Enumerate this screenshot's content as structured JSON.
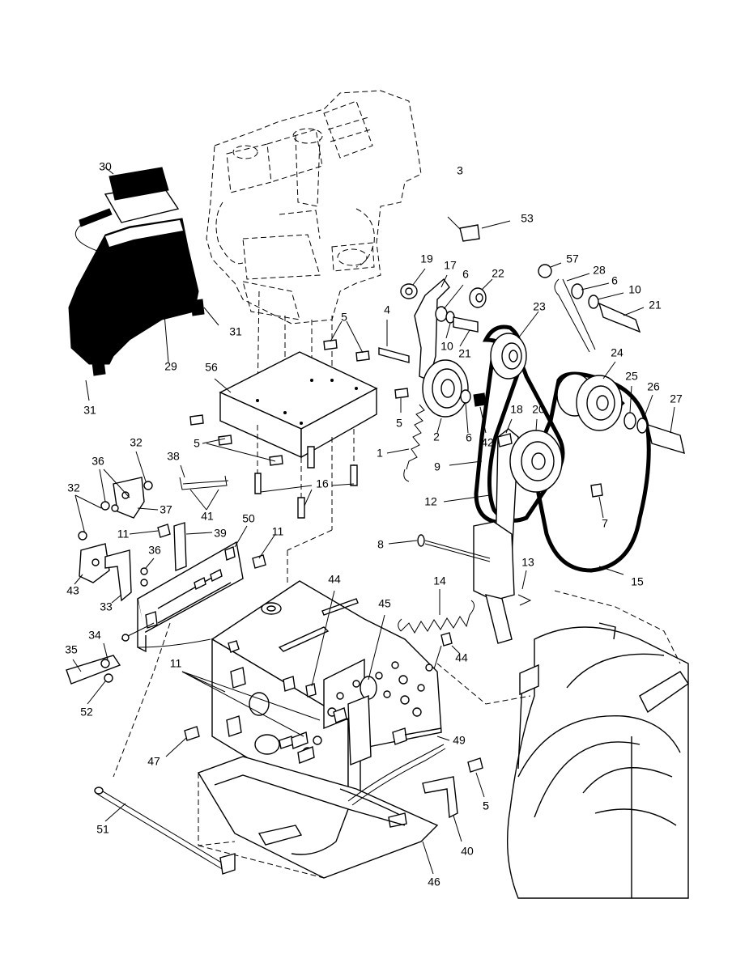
{
  "labels": [
    {
      "id": "3",
      "text": "3"
    },
    {
      "id": "53",
      "text": "53"
    },
    {
      "id": "30",
      "text": "30"
    },
    {
      "id": "29",
      "text": "29"
    },
    {
      "id": "31a",
      "text": "31"
    },
    {
      "id": "31b",
      "text": "31"
    },
    {
      "id": "56",
      "text": "56"
    },
    {
      "id": "5a",
      "text": "5"
    },
    {
      "id": "5b",
      "text": "5"
    },
    {
      "id": "5c",
      "text": "5"
    },
    {
      "id": "5d",
      "text": "5"
    },
    {
      "id": "16",
      "text": "16"
    },
    {
      "id": "19",
      "text": "19"
    },
    {
      "id": "17",
      "text": "17"
    },
    {
      "id": "6a",
      "text": "6"
    },
    {
      "id": "4",
      "text": "4"
    },
    {
      "id": "10a",
      "text": "10"
    },
    {
      "id": "21a",
      "text": "21"
    },
    {
      "id": "22",
      "text": "22"
    },
    {
      "id": "57",
      "text": "57"
    },
    {
      "id": "28",
      "text": "28"
    },
    {
      "id": "6b",
      "text": "6"
    },
    {
      "id": "10b",
      "text": "10"
    },
    {
      "id": "21b",
      "text": "21"
    },
    {
      "id": "23",
      "text": "23"
    },
    {
      "id": "24",
      "text": "24"
    },
    {
      "id": "25",
      "text": "25"
    },
    {
      "id": "26",
      "text": "26"
    },
    {
      "id": "27",
      "text": "27"
    },
    {
      "id": "2",
      "text": "2"
    },
    {
      "id": "6c",
      "text": "6"
    },
    {
      "id": "42",
      "text": "42"
    },
    {
      "id": "1",
      "text": "1"
    },
    {
      "id": "18",
      "text": "18"
    },
    {
      "id": "20",
      "text": "20"
    },
    {
      "id": "9",
      "text": "9"
    },
    {
      "id": "12",
      "text": "12"
    },
    {
      "id": "7",
      "text": "7"
    },
    {
      "id": "8",
      "text": "8"
    },
    {
      "id": "13",
      "text": "13"
    },
    {
      "id": "15",
      "text": "15"
    },
    {
      "id": "14",
      "text": "14"
    },
    {
      "id": "32a",
      "text": "32"
    },
    {
      "id": "36a",
      "text": "36"
    },
    {
      "id": "37",
      "text": "37"
    },
    {
      "id": "32b",
      "text": "32"
    },
    {
      "id": "38",
      "text": "38"
    },
    {
      "id": "41",
      "text": "41"
    },
    {
      "id": "50",
      "text": "50"
    },
    {
      "id": "11a",
      "text": "11"
    },
    {
      "id": "39",
      "text": "39"
    },
    {
      "id": "11b",
      "text": "11"
    },
    {
      "id": "36b",
      "text": "36"
    },
    {
      "id": "43",
      "text": "43"
    },
    {
      "id": "33",
      "text": "33"
    },
    {
      "id": "44a",
      "text": "44"
    },
    {
      "id": "45",
      "text": "45"
    },
    {
      "id": "44b",
      "text": "44"
    },
    {
      "id": "34",
      "text": "34"
    },
    {
      "id": "35",
      "text": "35"
    },
    {
      "id": "52",
      "text": "52"
    },
    {
      "id": "11c",
      "text": "11"
    },
    {
      "id": "47",
      "text": "47"
    },
    {
      "id": "49",
      "text": "49"
    },
    {
      "id": "5e",
      "text": "5"
    },
    {
      "id": "51",
      "text": "51"
    },
    {
      "id": "40",
      "text": "40"
    },
    {
      "id": "46",
      "text": "46"
    }
  ]
}
